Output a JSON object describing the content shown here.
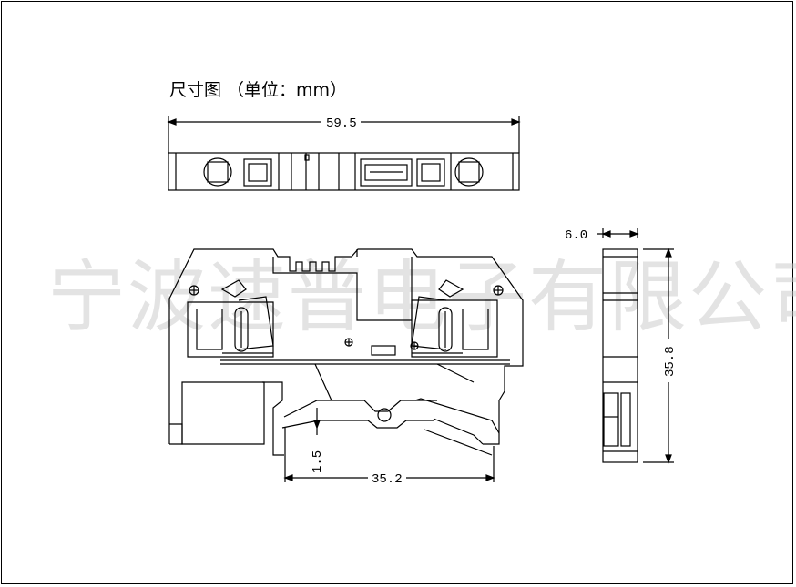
{
  "title": "尺寸图 （单位：mm）",
  "watermark": "宁波速普电子有限公司",
  "dimensions": {
    "top_width": "59.5",
    "side_thickness": "6.0",
    "height": "35.8",
    "rail_offset": "1.5",
    "rail_width": "35.2"
  }
}
